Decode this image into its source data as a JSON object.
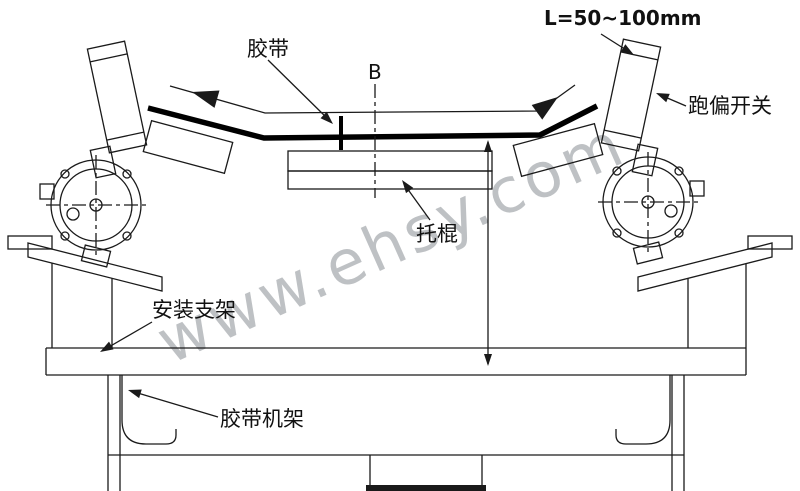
{
  "labels": {
    "belt": "胶带",
    "section": "B",
    "dimension": "L=50~100mm",
    "deviation_switch": "跑偏开关",
    "idler": "托棍",
    "mounting_bracket": "安装支架",
    "belt_frame": "胶带机架"
  },
  "watermark": "www.ehsy.com",
  "colors": {
    "line": "#1a1a1a",
    "belt": "#000000",
    "watermark": "#8a8f94",
    "background": "#ffffff"
  }
}
